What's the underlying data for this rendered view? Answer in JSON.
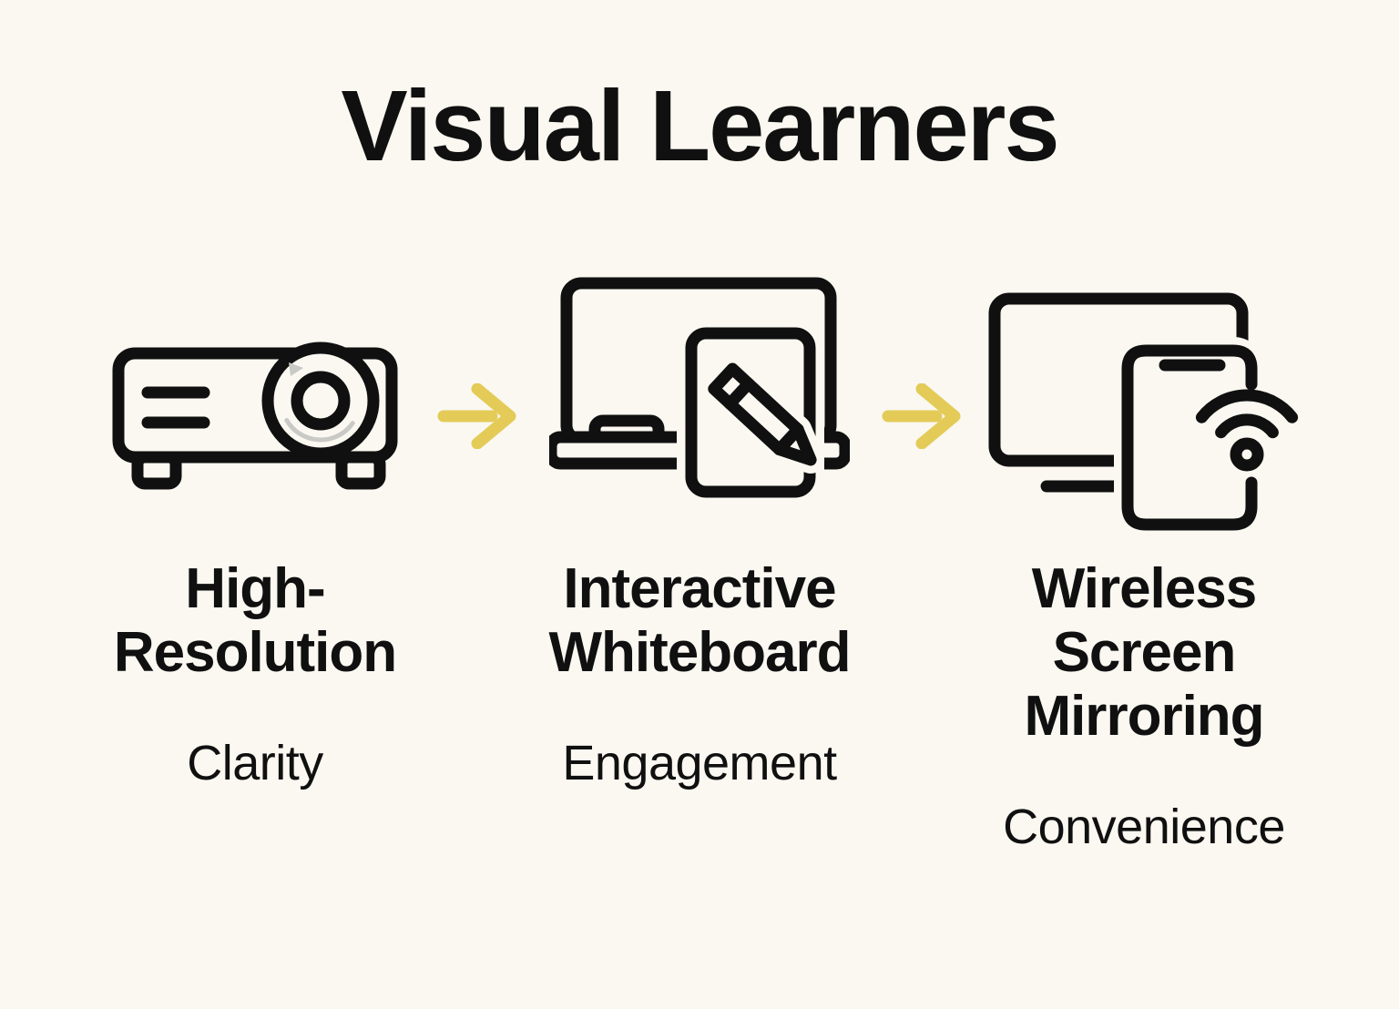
{
  "title": "Visual Learners",
  "colors": {
    "background": "#FAF8F1",
    "ink": "#101010",
    "arrow": "#E4CB58",
    "accent_gray": "#C9C9C5"
  },
  "arrow_icon": "right-arrow-icon",
  "steps": [
    {
      "icon": "projector-icon",
      "heading": "High-\nResolution",
      "subtitle": "Clarity"
    },
    {
      "icon": "interactive-whiteboard-icon",
      "heading": "Interactive\nWhiteboard",
      "subtitle": "Engagement"
    },
    {
      "icon": "wireless-screen-mirroring-icon",
      "heading": "Wireless\nScreen\nMirroring",
      "subtitle": "Convenience"
    }
  ]
}
